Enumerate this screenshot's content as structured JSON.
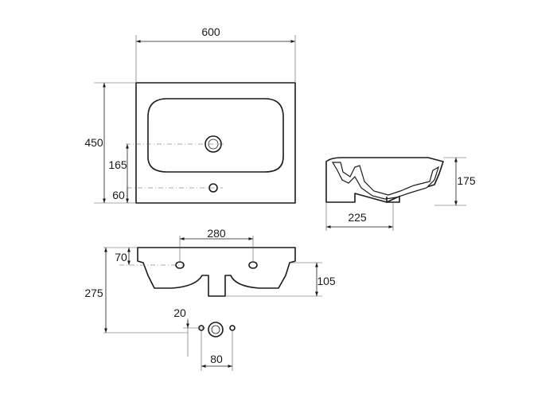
{
  "top_view": {
    "width_label": "600",
    "depth_label": "450",
    "drain_offset_label": "165",
    "tap_offset_label": "60"
  },
  "side_view": {
    "depth_label": "225",
    "height_label": "175"
  },
  "front_view": {
    "hole_spacing_label": "280",
    "hole_height_label": "70",
    "total_height_label": "275",
    "drain_height_label": "105"
  },
  "bottom_detail": {
    "hole_size_label": "20",
    "spacing_label": "80"
  }
}
